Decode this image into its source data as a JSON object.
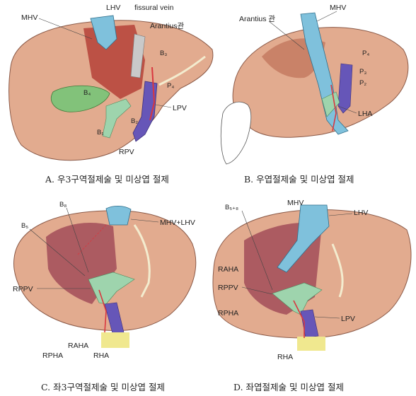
{
  "colors": {
    "liver_main": "#e2ab8f",
    "liver_dark": "#c98268",
    "resected_red": "#b8473d",
    "resected_purple": "#a24c59",
    "hepatic_vein": "#7fc1dc",
    "portal_vein": "#6656b8",
    "bile_duct": "#9ed4ad",
    "artery": "#d8373f",
    "fissure": "#f3eccf",
    "gallbladder": "#82c27a",
    "stump_yellow": "#f0e88f"
  },
  "panels": [
    {
      "id": "A",
      "caption": "A. 우3구역절제술 및 미상엽 절제",
      "labels": [
        "MHV",
        "LHV",
        "fissural vein",
        "Arantius관",
        "B₃",
        "B₄",
        "P₄",
        "B₂",
        "B₁",
        "LPV",
        "RPV"
      ]
    },
    {
      "id": "B",
      "caption": "B. 우엽절제술 및 미상엽 절제",
      "labels": [
        "Arantius 관",
        "MHV",
        "P₄",
        "P₃",
        "P₂",
        "LHA"
      ]
    },
    {
      "id": "C",
      "caption": "C. 좌3구역절제술 및 미상엽 절제",
      "labels": [
        "B₈",
        "B₅",
        "MHV+LHV",
        "RPPV",
        "RAHA",
        "RPHA",
        "RHA"
      ]
    },
    {
      "id": "D",
      "caption": "D. 좌엽절제술 및 미상엽 절제",
      "labels": [
        "B₅₊₈",
        "MHV",
        "LHV",
        "RAHA",
        "RPPV",
        "RPHA",
        "LPV",
        "RHA"
      ]
    }
  ]
}
